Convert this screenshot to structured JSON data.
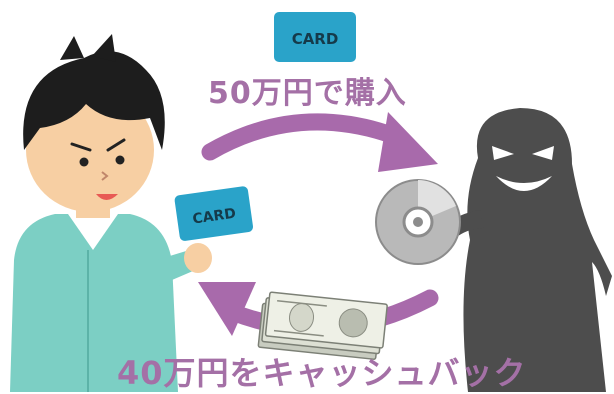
{
  "captions": {
    "purchase": "50万円で購入",
    "cashback": "40万円をキャッシュバック"
  },
  "cards": {
    "top_label": "CARD",
    "held_label": "CARD"
  },
  "icons": {
    "card": "credit-card-icon",
    "disc": "disc-icon",
    "money": "banknote-stack-icon",
    "arrow_top": "curved-arrow-right-icon",
    "arrow_bottom": "curved-arrow-left-icon"
  },
  "colors": {
    "arrow_purple": "#a86aab",
    "caption_purple": "#a470a6",
    "card_teal": "#2aa3c9",
    "villain_gray": "#4d4d4d",
    "shirt_teal": "#7ccfc4"
  }
}
